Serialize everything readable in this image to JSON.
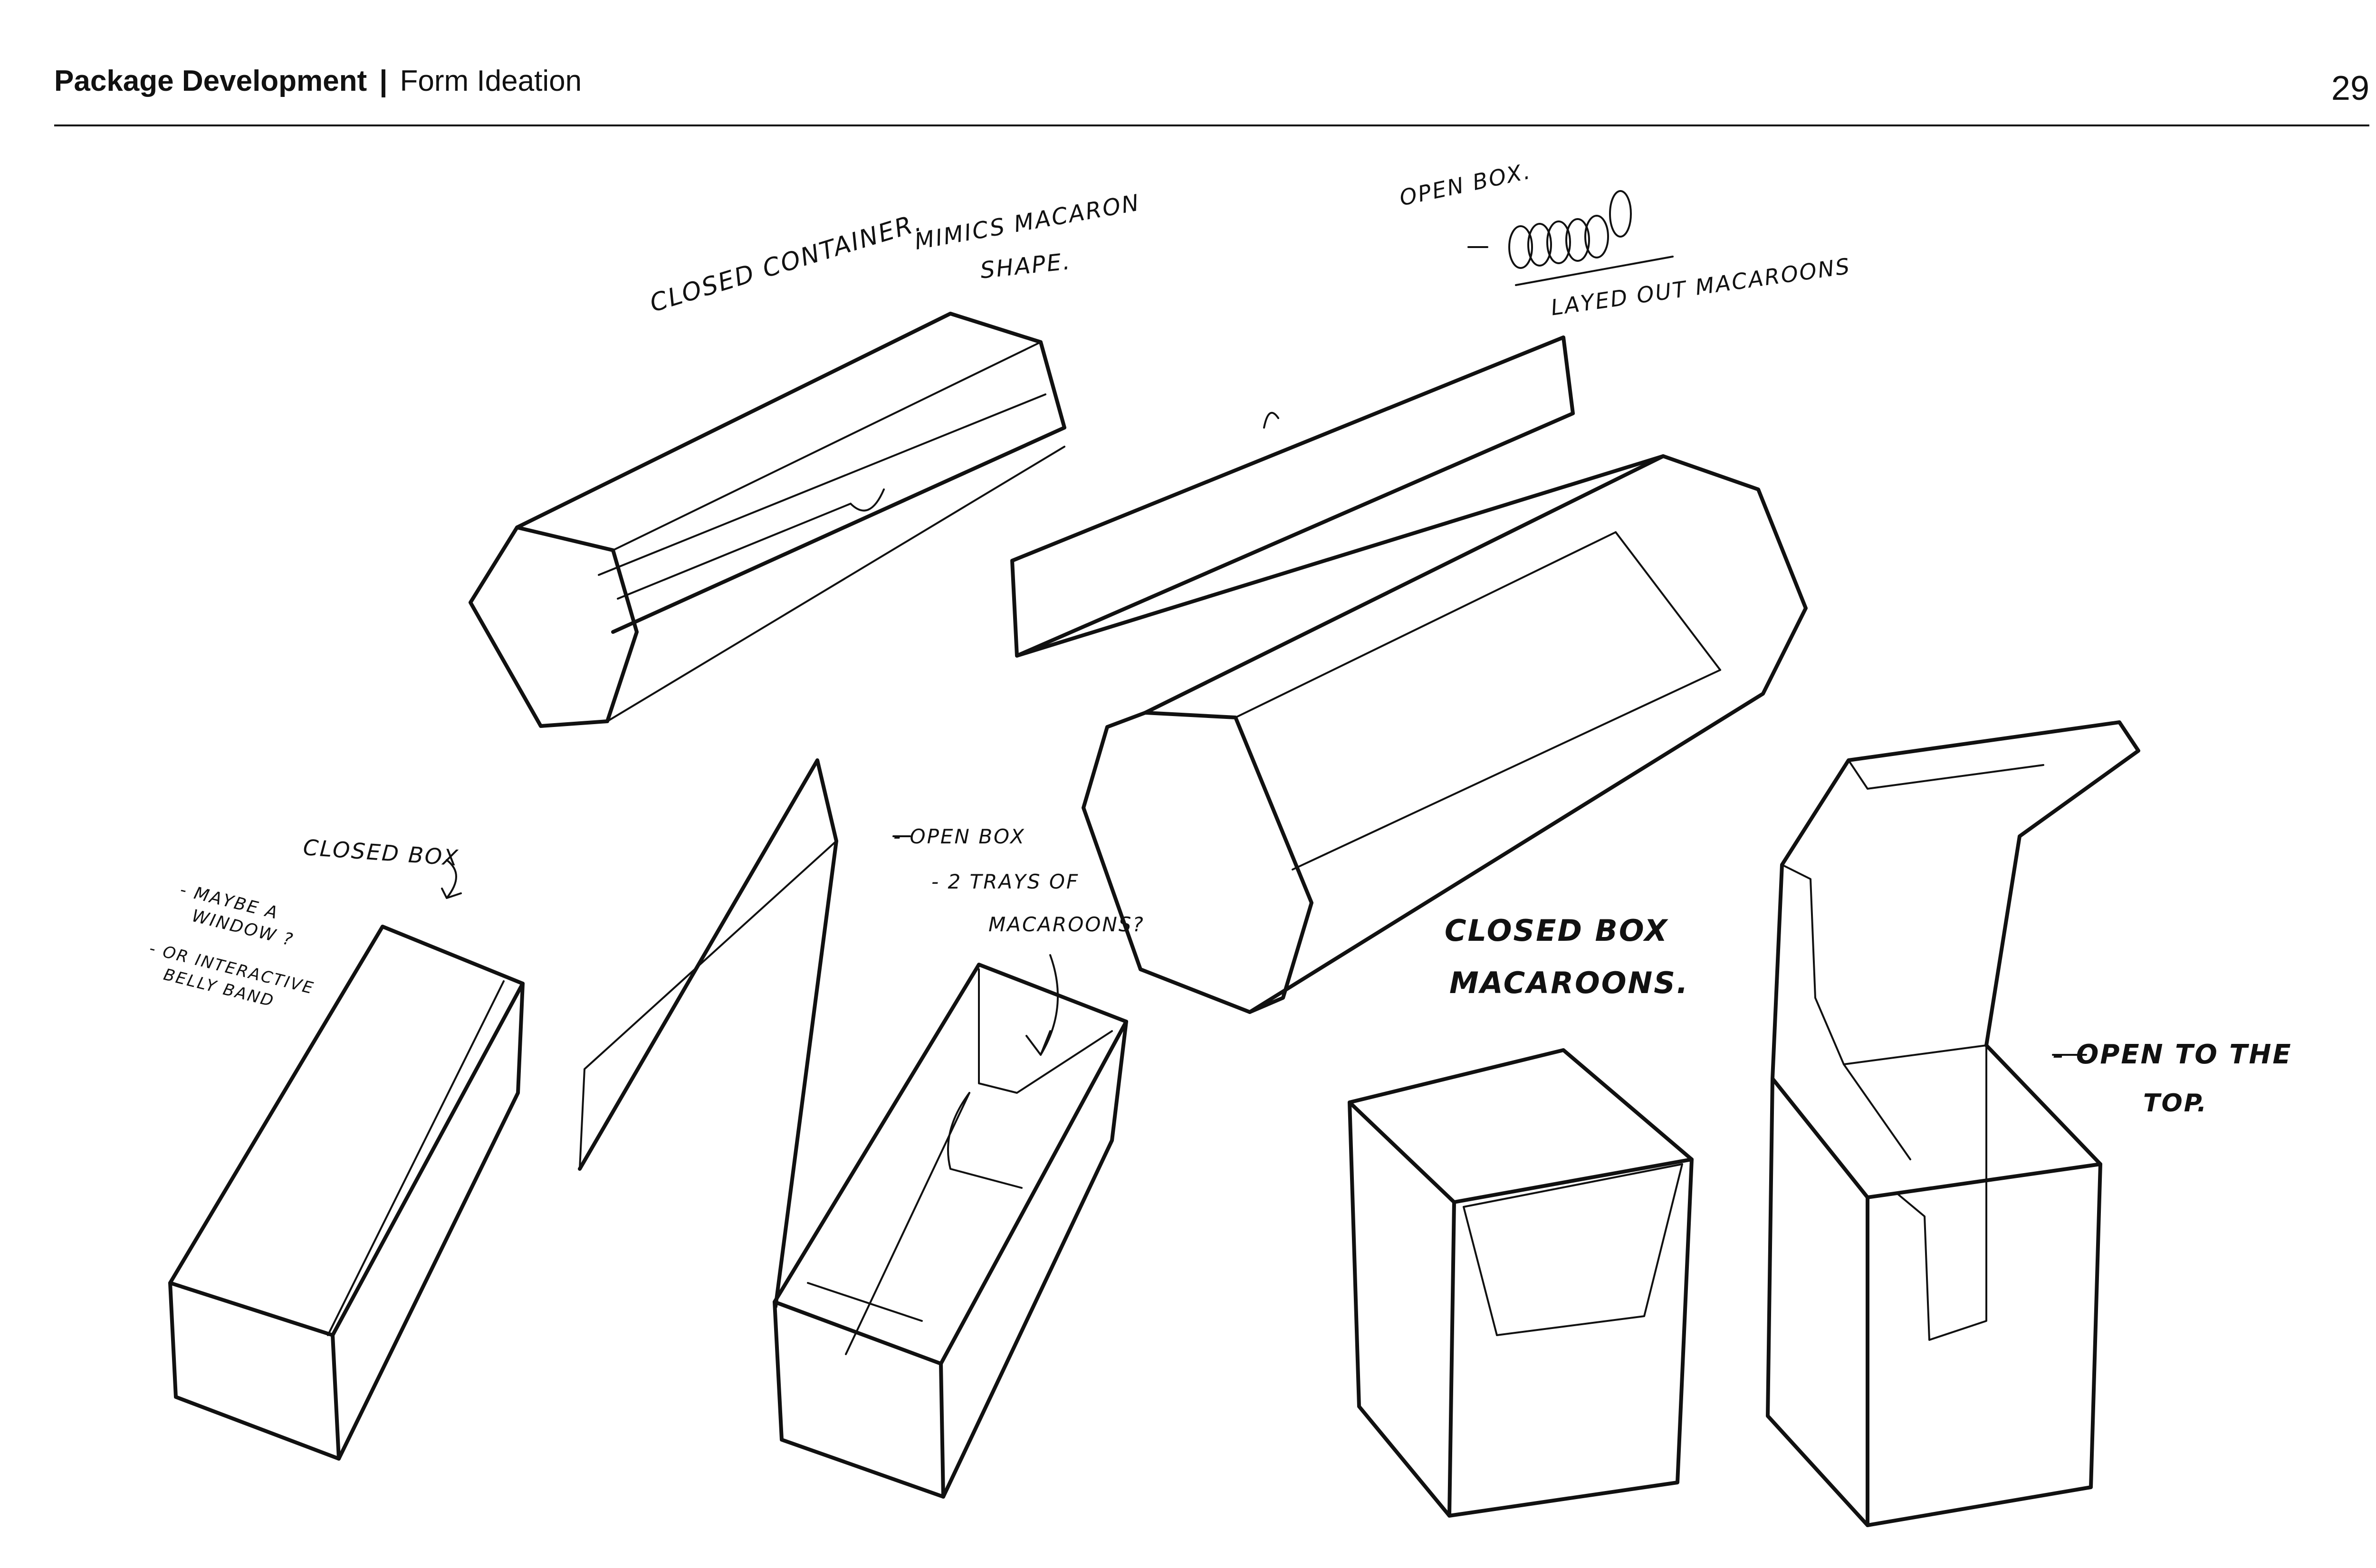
{
  "header": {
    "section": "Package Development",
    "separator": "|",
    "subsection": "Form Ideation",
    "page_number": "29"
  },
  "notes": {
    "closed_container": "Closed Container.",
    "mimics_shape_1": "Mimics Macaron",
    "mimics_shape_2": "Shape.",
    "open_box_top": "Open Box.",
    "layed_out": "Layed out Macaroons",
    "closed_box_left": "Closed Box",
    "maybe_window_1": "- Maybe a",
    "maybe_window_2": "Window ?",
    "interactive_1": "- Or Interactive",
    "interactive_2": "Belly Band",
    "open_box_mid": "- Open Box",
    "two_trays_1": "- 2 Trays of",
    "two_trays_2": "Macaroons?",
    "closed_box_right_1": "Closed Box",
    "closed_box_right_2": "Macaroons.",
    "open_top_1": "- Open to the",
    "open_top_2": "Top."
  }
}
